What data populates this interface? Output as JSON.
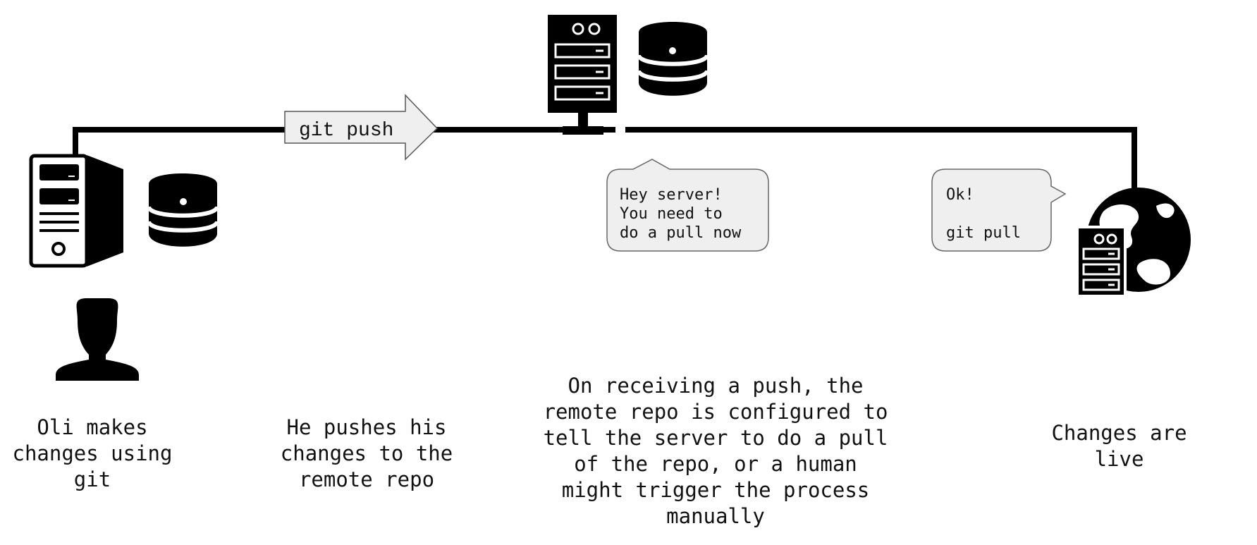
{
  "arrow": {
    "label": "git push"
  },
  "bubbles": {
    "server": {
      "lines": [
        "Hey server!",
        "You need to",
        "do a pull now"
      ]
    },
    "live": {
      "lines": [
        "Ok!",
        "",
        "git pull"
      ]
    }
  },
  "captions": {
    "step1": "Oli makes\nchanges using\ngit",
    "step2": "He pushes his\nchanges to the\nremote repo",
    "step3": "On receiving a push, the\nremote repo is configured to\ntell the server to do a pull\nof the repo, or a human\nmight trigger the process\nmanually",
    "step4": "Changes are\nlive"
  },
  "icons": {
    "developer": "user-icon",
    "workstation": "desktop-tower-icon",
    "local_repo": "database-icon",
    "remote_server": "server-rack-icon",
    "remote_repo": "database-icon",
    "live_server": "web-server-globe-icon"
  }
}
